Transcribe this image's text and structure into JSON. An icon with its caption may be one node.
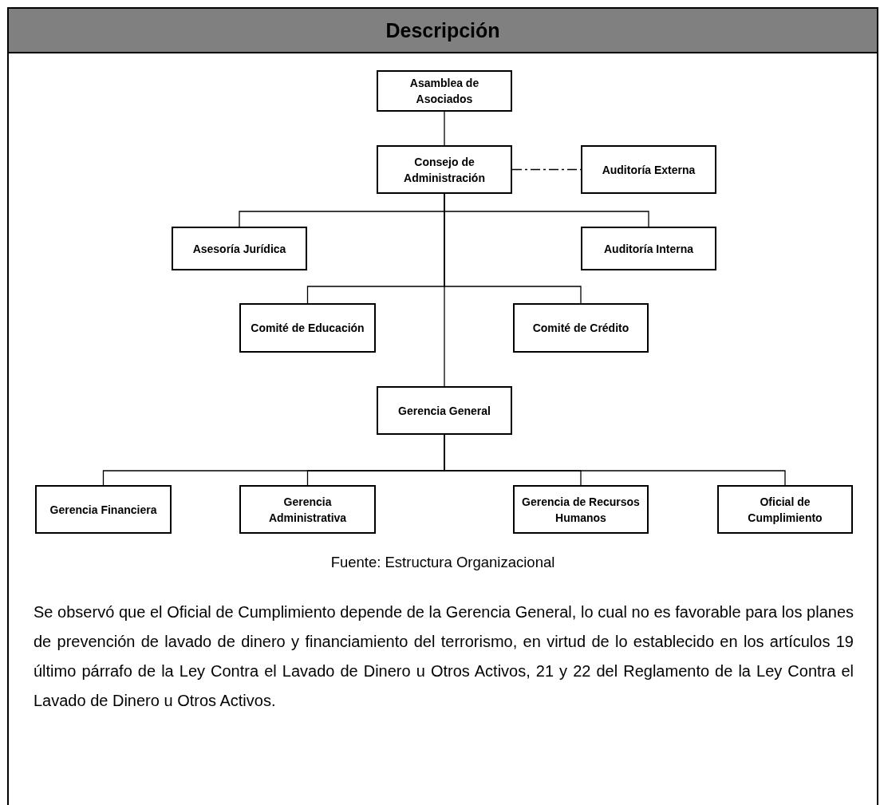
{
  "diagram": {
    "title": "Descripción",
    "nodes": [
      {
        "text": [
          "Asamblea de Asociados"
        ]
      },
      {
        "text": [
          "Consejo de Administración"
        ]
      },
      {
        "text": [
          "Auditoría Externa"
        ]
      },
      {
        "text": [
          "Asesoría Jurídica"
        ]
      },
      {
        "text": [
          "Auditoría Interna"
        ]
      },
      {
        "text": [
          "Comité de Educación"
        ]
      },
      {
        "text": [
          "Comité de Crédito"
        ]
      },
      {
        "text": [
          "Gerencia General"
        ]
      },
      {
        "text": [
          "Gerencia Financiera"
        ]
      },
      {
        "text": [
          "Gerencia Administrativa"
        ]
      },
      {
        "text": [
          "Gerencia de Recursos Humanos"
        ]
      },
      {
        "text": [
          "Oficial de Cumplimiento"
        ]
      }
    ],
    "edges": [
      {
        "from": 0,
        "to": 1,
        "arrow": "none"
      },
      {
        "from": 1,
        "to": 2,
        "arrow": "none",
        "style": "dashed"
      },
      {
        "from": 1,
        "to": 3,
        "arrow": "none"
      },
      {
        "from": 1,
        "to": 4,
        "arrow": "none"
      },
      {
        "from": 1,
        "to": 5,
        "arrow": "none"
      },
      {
        "from": 1,
        "to": 6,
        "arrow": "none"
      },
      {
        "from": 1,
        "to": 7,
        "arrow": "none"
      },
      {
        "from": 7,
        "to": 8,
        "arrow": "none"
      },
      {
        "from": 7,
        "to": 9,
        "arrow": "none"
      },
      {
        "from": 7,
        "to": 10,
        "arrow": "none"
      },
      {
        "from": 7,
        "to": 11,
        "arrow": "none"
      }
    ],
    "caption": "Fuente: Estructura Organizacional",
    "labels": [
      "Se observó que el Oficial de Cumplimiento depende de la Gerencia General, lo cual no es favorable para los planes de prevención de lavado de dinero y financiamiento del terrorismo, en virtud de lo establecido en los artículos 19 último párrafo de la Ley Contra el Lavado de Dinero u Otros Activos, 21 y 22 del Reglamento de la Ley Contra el Lavado de Dinero u Otros Activos."
    ]
  }
}
